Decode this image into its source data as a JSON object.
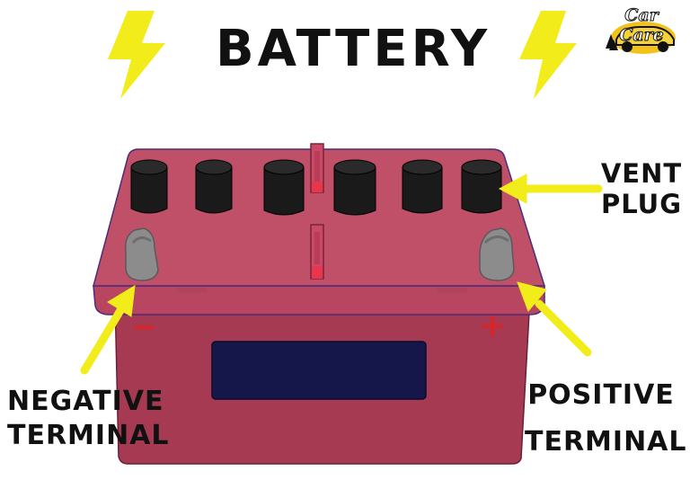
{
  "title": "BATTERY",
  "logo": {
    "text": "Car Care"
  },
  "labels": {
    "vent_line1": "VENT",
    "vent_line2": "PLUG",
    "negative_line1": "NEGATIVE",
    "negative_line2": "TERMINAL",
    "positive_line1": "POSITIVE",
    "positive_line2": "TERMINAL"
  },
  "battery": {
    "minus_symbol": "−",
    "plus_symbol": "+"
  },
  "icons": [
    "lightning-bolt-icon",
    "lightning-bolt-icon",
    "car-care-logo",
    "arrow-icon"
  ],
  "colors": {
    "battery_body": "#a63a52",
    "battery_top": "#c04f68",
    "vent_plug": "#1a1a1a",
    "terminal": "#8c8c8c",
    "window": "#15174a",
    "bolt": "#f2ec1b",
    "arrow": "#f2ec1b",
    "sign_red": "#d7262b"
  }
}
